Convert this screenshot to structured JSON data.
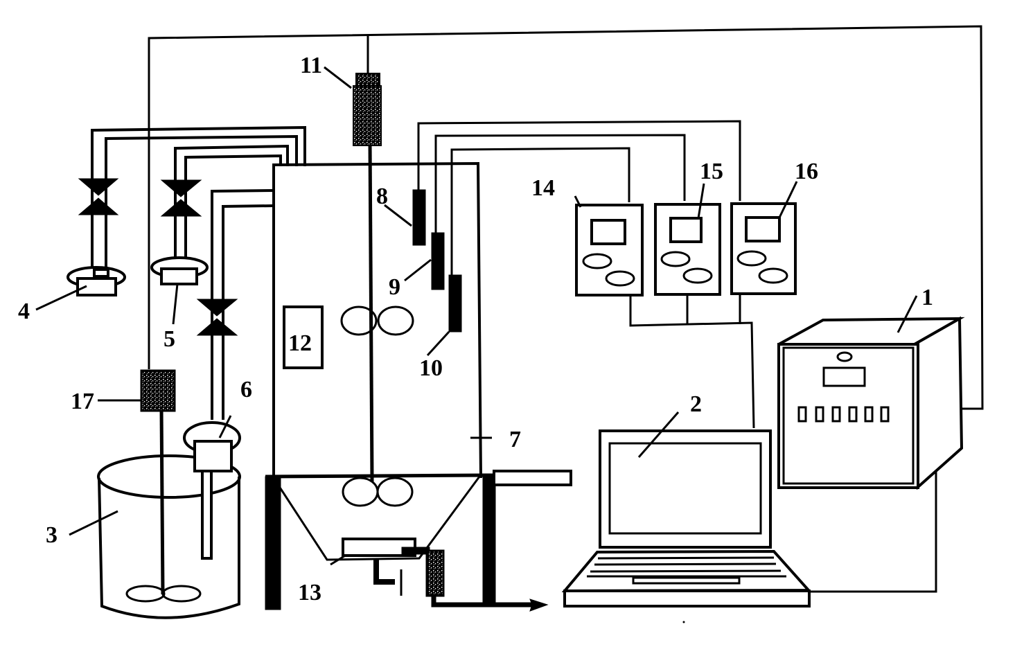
{
  "figure": {
    "type": "schematic apparatus diagram",
    "colors": {
      "ink": "#000000",
      "background": "#ffffff"
    }
  },
  "components": [
    {
      "id": "1",
      "label": "1",
      "depiction": "control cabinet with display, indicator lamp and six switches"
    },
    {
      "id": "2",
      "label": "2",
      "depiction": "laptop computer"
    },
    {
      "id": "3",
      "label": "3",
      "depiction": "open cylindrical tank with stirrer"
    },
    {
      "id": "4",
      "label": "4",
      "depiction": "feed pump / flow unit"
    },
    {
      "id": "5",
      "label": "5",
      "depiction": "feed pump / flow unit"
    },
    {
      "id": "6",
      "label": "6",
      "depiction": "feed pump / flow unit over tank"
    },
    {
      "id": "7",
      "label": "7",
      "depiction": "main reactor column"
    },
    {
      "id": "8",
      "label": "8",
      "depiction": "probe / sensor"
    },
    {
      "id": "9",
      "label": "9",
      "depiction": "probe / sensor"
    },
    {
      "id": "10",
      "label": "10",
      "depiction": "probe / sensor"
    },
    {
      "id": "11",
      "label": "11",
      "depiction": "stirrer motor on reactor"
    },
    {
      "id": "12",
      "label": "12",
      "depiction": "rectangular panel inside reactor"
    },
    {
      "id": "13",
      "label": "13",
      "depiction": "bottom plate / distributor in conical section"
    },
    {
      "id": "14",
      "label": "14",
      "depiction": "meter / controller"
    },
    {
      "id": "15",
      "label": "15",
      "depiction": "meter / controller"
    },
    {
      "id": "16",
      "label": "16",
      "depiction": "meter / controller"
    },
    {
      "id": "17",
      "label": "17",
      "depiction": "stirrer motor on tank"
    }
  ],
  "labels": {
    "l1": "1",
    "l2": "2",
    "l3": "3",
    "l4": "4",
    "l5": "5",
    "l6": "6",
    "l7": "7",
    "l8": "8",
    "l9": "9",
    "l10": "10",
    "l11": "11",
    "l12": "12",
    "l13": "13",
    "l14": "14",
    "l15": "15",
    "l16": "16",
    "l17": "17"
  }
}
